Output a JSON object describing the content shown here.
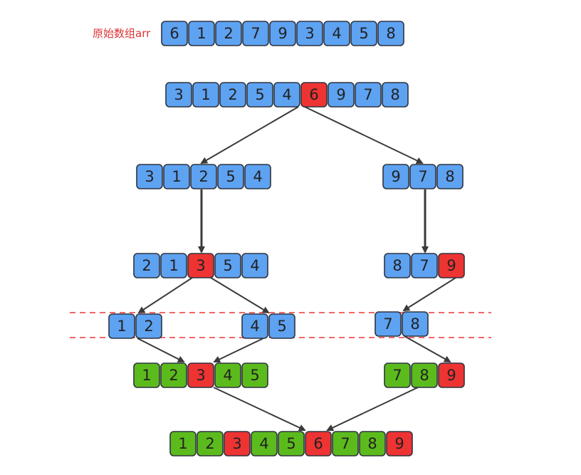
{
  "title": "原始数组arr",
  "colors": {
    "blue": "#5ea2f2",
    "green": "#5cbb1c",
    "red": "#ee3333",
    "title": "#dd3333",
    "border": "#2e3440",
    "arrow": "#3a3a3a",
    "dashed": "#ee3333"
  },
  "rows": [
    {
      "id": "original",
      "cells": [
        {
          "v": "6",
          "c": "blue"
        },
        {
          "v": "1",
          "c": "blue"
        },
        {
          "v": "2",
          "c": "blue"
        },
        {
          "v": "7",
          "c": "blue"
        },
        {
          "v": "9",
          "c": "blue"
        },
        {
          "v": "3",
          "c": "blue"
        },
        {
          "v": "4",
          "c": "blue"
        },
        {
          "v": "5",
          "c": "blue"
        },
        {
          "v": "8",
          "c": "blue"
        }
      ]
    },
    {
      "id": "partition-1",
      "cells": [
        {
          "v": "3",
          "c": "blue"
        },
        {
          "v": "1",
          "c": "blue"
        },
        {
          "v": "2",
          "c": "blue"
        },
        {
          "v": "5",
          "c": "blue"
        },
        {
          "v": "4",
          "c": "blue"
        },
        {
          "v": "6",
          "c": "red"
        },
        {
          "v": "9",
          "c": "blue"
        },
        {
          "v": "7",
          "c": "blue"
        },
        {
          "v": "8",
          "c": "blue"
        }
      ]
    },
    {
      "id": "left-sub",
      "cells": [
        {
          "v": "3",
          "c": "blue"
        },
        {
          "v": "1",
          "c": "blue"
        },
        {
          "v": "2",
          "c": "blue"
        },
        {
          "v": "5",
          "c": "blue"
        },
        {
          "v": "4",
          "c": "blue"
        }
      ]
    },
    {
      "id": "right-sub",
      "cells": [
        {
          "v": "9",
          "c": "blue"
        },
        {
          "v": "7",
          "c": "blue"
        },
        {
          "v": "8",
          "c": "blue"
        }
      ]
    },
    {
      "id": "left-partition",
      "cells": [
        {
          "v": "2",
          "c": "blue"
        },
        {
          "v": "1",
          "c": "blue"
        },
        {
          "v": "3",
          "c": "red"
        },
        {
          "v": "5",
          "c": "blue"
        },
        {
          "v": "4",
          "c": "blue"
        }
      ]
    },
    {
      "id": "right-partition",
      "cells": [
        {
          "v": "8",
          "c": "blue"
        },
        {
          "v": "7",
          "c": "blue"
        },
        {
          "v": "9",
          "c": "red"
        }
      ]
    },
    {
      "id": "left-left",
      "cells": [
        {
          "v": "1",
          "c": "blue"
        },
        {
          "v": "2",
          "c": "blue"
        }
      ]
    },
    {
      "id": "left-right",
      "cells": [
        {
          "v": "4",
          "c": "blue"
        },
        {
          "v": "5",
          "c": "blue"
        }
      ]
    },
    {
      "id": "right-left",
      "cells": [
        {
          "v": "7",
          "c": "blue"
        },
        {
          "v": "8",
          "c": "blue"
        }
      ]
    },
    {
      "id": "left-merged",
      "cells": [
        {
          "v": "1",
          "c": "green"
        },
        {
          "v": "2",
          "c": "green"
        },
        {
          "v": "3",
          "c": "red"
        },
        {
          "v": "4",
          "c": "green"
        },
        {
          "v": "5",
          "c": "green"
        }
      ]
    },
    {
      "id": "right-merged",
      "cells": [
        {
          "v": "7",
          "c": "green"
        },
        {
          "v": "8",
          "c": "green"
        },
        {
          "v": "9",
          "c": "red"
        }
      ]
    },
    {
      "id": "final",
      "cells": [
        {
          "v": "1",
          "c": "green"
        },
        {
          "v": "2",
          "c": "green"
        },
        {
          "v": "3",
          "c": "red"
        },
        {
          "v": "4",
          "c": "green"
        },
        {
          "v": "5",
          "c": "green"
        },
        {
          "v": "6",
          "c": "red"
        },
        {
          "v": "7",
          "c": "green"
        },
        {
          "v": "8",
          "c": "green"
        },
        {
          "v": "9",
          "c": "red"
        }
      ]
    }
  ],
  "edges": [
    {
      "from": "partition-1",
      "to": "left-sub"
    },
    {
      "from": "partition-1",
      "to": "right-sub"
    },
    {
      "from": "left-sub",
      "to": "left-partition"
    },
    {
      "from": "right-sub",
      "to": "right-partition"
    },
    {
      "from": "left-partition",
      "to": "left-left"
    },
    {
      "from": "left-partition",
      "to": "left-right"
    },
    {
      "from": "right-partition",
      "to": "right-left"
    },
    {
      "from": "left-left",
      "to": "left-merged"
    },
    {
      "from": "left-right",
      "to": "left-merged"
    },
    {
      "from": "right-left",
      "to": "right-merged"
    },
    {
      "from": "left-merged",
      "to": "final"
    },
    {
      "from": "right-merged",
      "to": "final"
    }
  ]
}
